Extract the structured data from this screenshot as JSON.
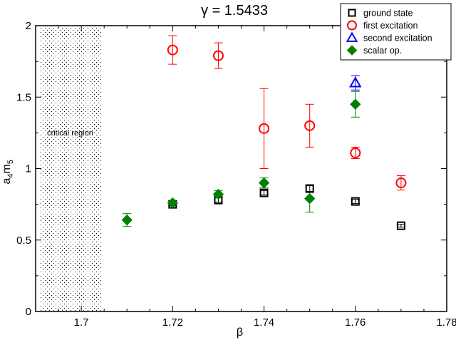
{
  "chart_data": {
    "type": "scatter",
    "title": "γ = 1.5433",
    "xlabel": "β",
    "ylabel_main": "a",
    "ylabel_sub1": "4",
    "ylabel_mid": "m",
    "ylabel_sub2": "5",
    "xlim": [
      1.69,
      1.78
    ],
    "ylim": [
      0,
      2
    ],
    "x_ticks": [
      1.7,
      1.72,
      1.74,
      1.76,
      1.78
    ],
    "x_tick_labels": [
      "1.7",
      "1.72",
      "1.74",
      "1.76",
      "1.78"
    ],
    "y_ticks": [
      0,
      0.5,
      1,
      1.5,
      2
    ],
    "y_tick_labels": [
      "0",
      "0.5",
      "1",
      "1.5",
      "2"
    ],
    "grid": false,
    "legend_position": "top-right",
    "shaded_region": {
      "x_from": 1.69,
      "x_to": 1.7045,
      "label": "critical region"
    },
    "series": [
      {
        "name": "ground state",
        "marker": "square",
        "color": "#000000",
        "points": [
          {
            "x": 1.72,
            "y": 0.75,
            "err": 0.01
          },
          {
            "x": 1.73,
            "y": 0.78,
            "err": 0.015
          },
          {
            "x": 1.74,
            "y": 0.83,
            "err": 0.015
          },
          {
            "x": 1.75,
            "y": 0.86,
            "err": 0.02
          },
          {
            "x": 1.76,
            "y": 0.77,
            "err": 0.015
          },
          {
            "x": 1.77,
            "y": 0.6,
            "err": 0.01
          }
        ]
      },
      {
        "name": "first excitation",
        "marker": "circle",
        "color": "#ff0000",
        "points": [
          {
            "x": 1.72,
            "y": 1.83,
            "err": 0.1
          },
          {
            "x": 1.73,
            "y": 1.79,
            "err": 0.09
          },
          {
            "x": 1.74,
            "y": 1.28,
            "err": 0.28
          },
          {
            "x": 1.75,
            "y": 1.3,
            "err": 0.15
          },
          {
            "x": 1.76,
            "y": 1.11,
            "err": 0.04
          },
          {
            "x": 1.77,
            "y": 0.9,
            "err": 0.05
          }
        ]
      },
      {
        "name": "second excitation",
        "marker": "triangle",
        "color": "#0000ff",
        "points": [
          {
            "x": 1.76,
            "y": 1.6,
            "err": 0.05
          }
        ]
      },
      {
        "name": "scalar op.",
        "marker": "diamond",
        "color": "#008000",
        "points": [
          {
            "x": 1.71,
            "y": 0.64,
            "err": 0.045
          },
          {
            "x": 1.72,
            "y": 0.76,
            "err": 0.015
          },
          {
            "x": 1.73,
            "y": 0.82,
            "err": 0.025
          },
          {
            "x": 1.74,
            "y": 0.9,
            "err": 0.035
          },
          {
            "x": 1.75,
            "y": 0.79,
            "err": 0.095
          },
          {
            "x": 1.76,
            "y": 1.45,
            "err": 0.09
          }
        ]
      }
    ]
  }
}
